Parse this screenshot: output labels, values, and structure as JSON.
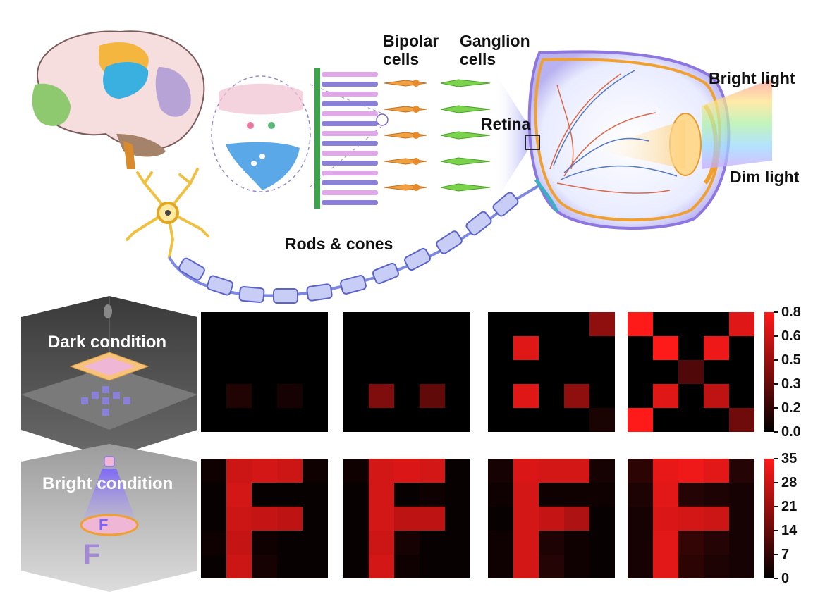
{
  "labels": {
    "bipolar": [
      "Bipolar",
      "cells"
    ],
    "ganglion": [
      "Ganglion",
      "cells"
    ],
    "retina": "Retina",
    "bright_light": "Bright light",
    "dim_light": "Dim light",
    "rods_cones": "Rods & cones",
    "dark_condition": "Dark condition",
    "bright_condition": "Bright condition"
  },
  "colors": {
    "heat_low": "#000000",
    "heat_high": "#ff1a1a",
    "eye_outline": "#9b7fd8",
    "eye_orange": "#f0a030",
    "axon": "#c8cdf5"
  },
  "icons": [
    "brain-illustration",
    "neuron-illustration",
    "synapse-inset",
    "retina-cell-layers",
    "eye-cross-section",
    "light-beam",
    "dark-room-cube",
    "bright-room-cube"
  ],
  "chart_data": [
    {
      "type": "heatmap",
      "group": "dark",
      "vmin": 0.0,
      "vmax": 0.8,
      "colorbar_ticks": [
        "0.8",
        "0.6",
        "0.5",
        "0.3",
        "0.2",
        "0.0"
      ],
      "matrices": [
        [
          [
            0,
            0,
            0,
            0,
            0
          ],
          [
            0,
            0,
            0,
            0,
            0
          ],
          [
            0,
            0,
            0,
            0,
            0
          ],
          [
            0,
            0.1,
            0,
            0.07,
            0
          ],
          [
            0,
            0,
            0,
            0,
            0
          ]
        ],
        [
          [
            0,
            0,
            0,
            0,
            0
          ],
          [
            0,
            0,
            0,
            0,
            0
          ],
          [
            0,
            0,
            0,
            0,
            0
          ],
          [
            0,
            0.4,
            0,
            0.3,
            0
          ],
          [
            0,
            0,
            0,
            0,
            0
          ]
        ],
        [
          [
            0,
            0,
            0,
            0,
            0.45
          ],
          [
            0,
            0.7,
            0,
            0,
            0
          ],
          [
            0,
            0,
            0,
            0,
            0
          ],
          [
            0,
            0.7,
            0,
            0.45,
            0
          ],
          [
            0,
            0,
            0,
            0,
            0.08
          ]
        ],
        [
          [
            0.8,
            0,
            0,
            0,
            0.7
          ],
          [
            0,
            0.8,
            0,
            0.75,
            0
          ],
          [
            0,
            0,
            0.25,
            0,
            0
          ],
          [
            0,
            0.7,
            0,
            0.6,
            0
          ],
          [
            0.8,
            0,
            0,
            0,
            0.35
          ]
        ]
      ]
    },
    {
      "type": "heatmap",
      "group": "bright",
      "vmin": 0,
      "vmax": 35,
      "colorbar_ticks": [
        "35",
        "28",
        "21",
        "14",
        "7",
        "0"
      ],
      "matrices": [
        [
          [
            2,
            28,
            29,
            28,
            2
          ],
          [
            1,
            29,
            1,
            1,
            1
          ],
          [
            1,
            28,
            27,
            26,
            1
          ],
          [
            2,
            27,
            2,
            1,
            1
          ],
          [
            1,
            28,
            3,
            1,
            1
          ]
        ],
        [
          [
            2,
            29,
            30,
            29,
            1
          ],
          [
            1,
            29,
            1,
            2,
            1
          ],
          [
            1,
            29,
            26,
            26,
            1
          ],
          [
            1,
            28,
            3,
            1,
            1
          ],
          [
            1,
            29,
            2,
            1,
            1
          ]
        ],
        [
          [
            3,
            30,
            29,
            29,
            3
          ],
          [
            2,
            29,
            2,
            2,
            2
          ],
          [
            1,
            29,
            27,
            24,
            1
          ],
          [
            2,
            29,
            4,
            2,
            1
          ],
          [
            2,
            29,
            5,
            2,
            1
          ]
        ],
        [
          [
            6,
            32,
            33,
            31,
            5
          ],
          [
            4,
            31,
            5,
            4,
            3
          ],
          [
            3,
            30,
            29,
            28,
            3
          ],
          [
            3,
            31,
            7,
            5,
            3
          ],
          [
            3,
            31,
            6,
            4,
            3
          ]
        ]
      ]
    }
  ]
}
